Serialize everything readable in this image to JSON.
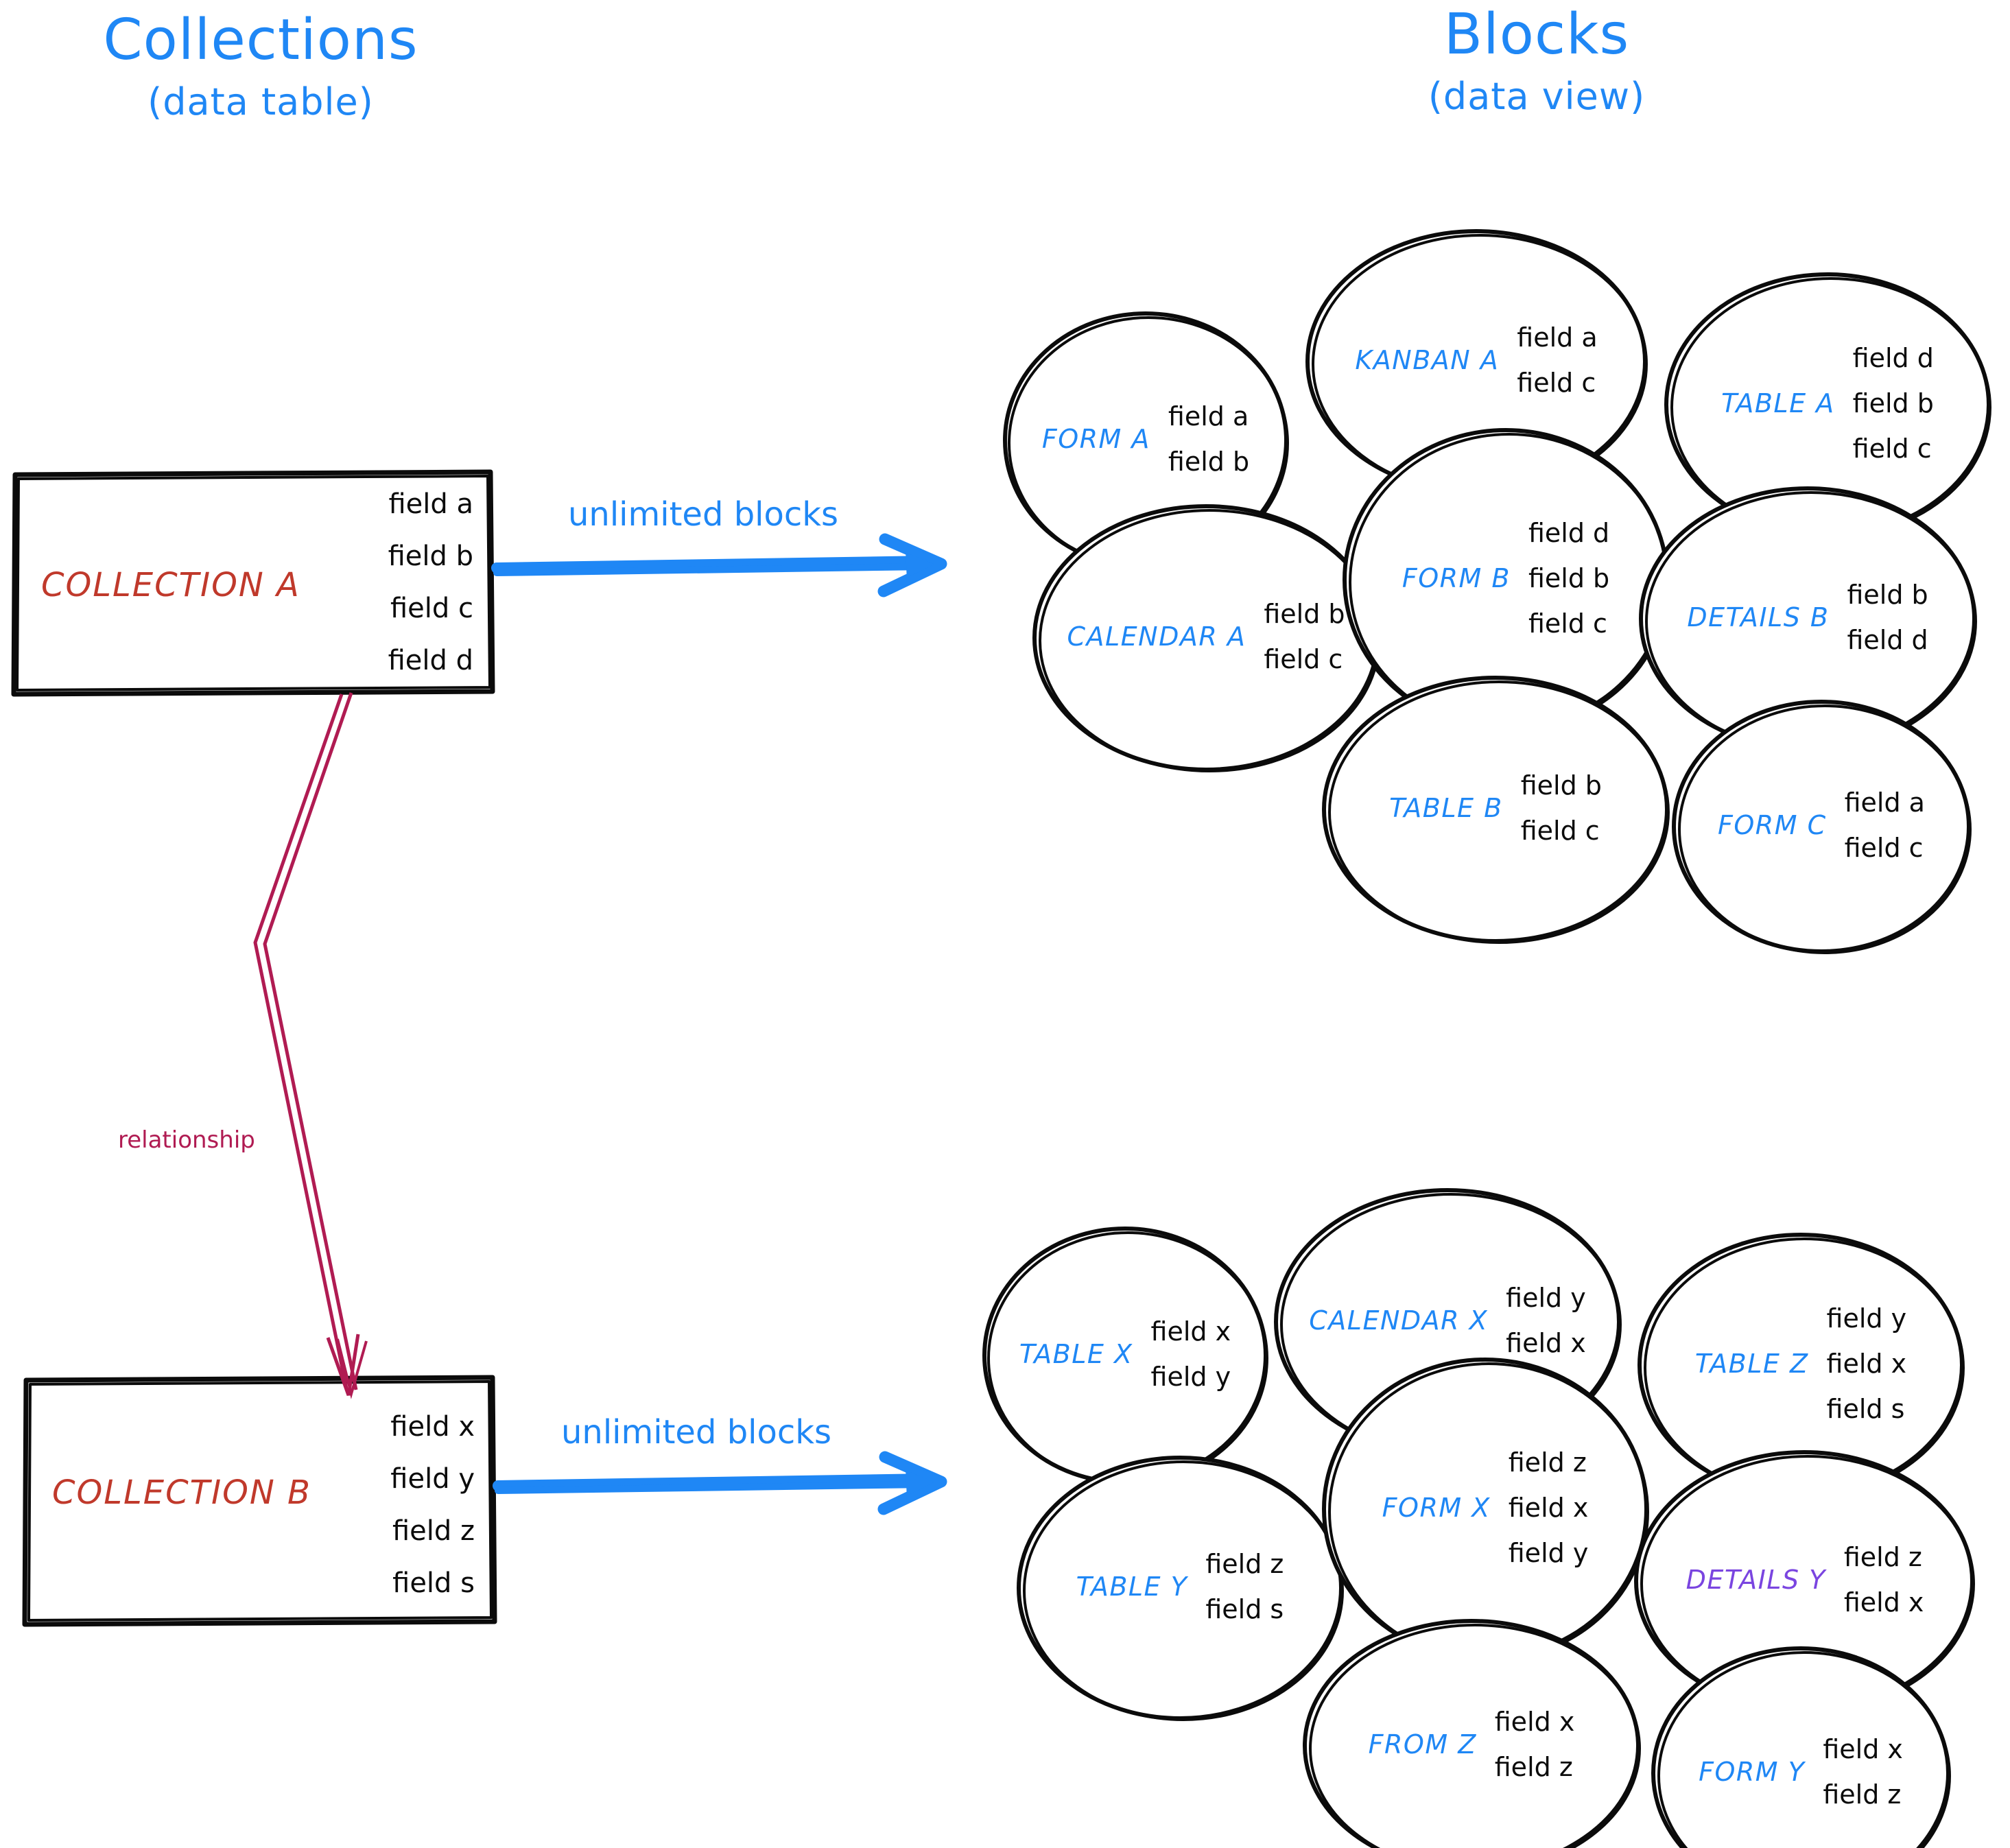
{
  "headings": {
    "left": {
      "main": "Collections",
      "sub": "(data table)"
    },
    "right": {
      "main": "Blocks",
      "sub": "(data view)"
    }
  },
  "colors": {
    "accent_blue": "#1f87f5",
    "collection_red": "#c0392b",
    "relationship_crimson": "#b01b52",
    "details_purple": "#7a45e0",
    "ink_black": "#0b0b0b"
  },
  "collections": [
    {
      "name": "COLLECTION A",
      "fields": [
        "field a",
        "field b",
        "field c",
        "field d"
      ]
    },
    {
      "name": "COLLECTION B",
      "fields": [
        "field x",
        "field y",
        "field z",
        "field s"
      ]
    }
  ],
  "arrows": {
    "top_label": "unlimited blocks",
    "bottom_label": "unlimited blocks",
    "relationship_label": "relationship"
  },
  "block_groups": [
    {
      "source": "COLLECTION A",
      "blocks": [
        {
          "label": "FORM A",
          "fields": [
            "field a",
            "field b"
          ]
        },
        {
          "label": "KANBAN A",
          "fields": [
            "field a",
            "field c"
          ]
        },
        {
          "label": "TABLE A",
          "fields": [
            "field d",
            "field b",
            "field c"
          ]
        },
        {
          "label": "CALENDAR A",
          "fields": [
            "field b",
            "field c"
          ]
        },
        {
          "label": "FORM B",
          "fields": [
            "field d",
            "field b",
            "field c"
          ]
        },
        {
          "label": "DETAILS B",
          "fields": [
            "field b",
            "field d"
          ]
        },
        {
          "label": "TABLE B",
          "fields": [
            "field b",
            "field c"
          ]
        },
        {
          "label": "FORM C",
          "fields": [
            "field a",
            "field c"
          ]
        }
      ]
    },
    {
      "source": "COLLECTION B",
      "blocks": [
        {
          "label": "TABLE X",
          "fields": [
            "field x",
            "field y"
          ]
        },
        {
          "label": "CALENDAR X",
          "fields": [
            "field y",
            "field x"
          ]
        },
        {
          "label": "TABLE Z",
          "fields": [
            "field y",
            "field x",
            "field s"
          ]
        },
        {
          "label": "TABLE Y",
          "fields": [
            "field z",
            "field s"
          ]
        },
        {
          "label": "FORM X",
          "fields": [
            "field z",
            "field x",
            "field y"
          ]
        },
        {
          "label": "DETAILS Y",
          "fields": [
            "field z",
            "field x"
          ],
          "color": "purple"
        },
        {
          "label": "FROM Z",
          "fields": [
            "field x",
            "field z"
          ]
        },
        {
          "label": "FORM Y",
          "fields": [
            "field x",
            "field z"
          ]
        }
      ]
    }
  ]
}
